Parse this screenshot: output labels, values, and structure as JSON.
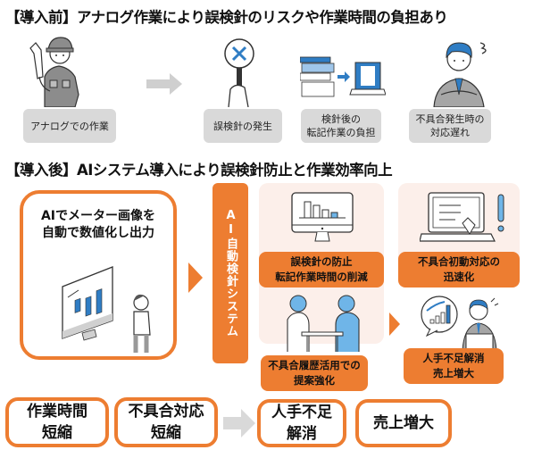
{
  "before": {
    "heading": "【導入前】アナログ作業により誤検針のリスクや作業時間の負担あり",
    "items": [
      {
        "icon": "worker-with-wrench",
        "label": "アナログでの作業"
      },
      {
        "icon": "magnifier-with-x",
        "label": "誤検針の発生"
      },
      {
        "icon": "documents-to-laptop",
        "label": "検針後の\n転記作業の負担"
      },
      {
        "icon": "worried-businessman",
        "label": "不具合発生時の\n対応遅れ"
      }
    ]
  },
  "after": {
    "heading": "【導入後】AIシステム導入により誤検針防止と作業効率向上",
    "intro_box": {
      "text": "AIでメーター画像を\n自動で数値化し出力",
      "icon": "person-viewing-monitor-chart"
    },
    "system_bar": "AI自動検針システム",
    "benefits": [
      {
        "icon": "monitor-decreasing-bars",
        "label": "誤検針の防止\n転記作業時間の削減"
      },
      {
        "icon": "laptop-alert",
        "label": "不具合初動対応の\n迅速化"
      },
      {
        "icon": "meeting-people",
        "label": "不具合履歴活用での\n提案強化"
      },
      {
        "icon": "businessman-growth-chart",
        "label": "人手不足解消\n売上増大"
      }
    ]
  },
  "outcomes": [
    {
      "label": "作業時間\n短縮"
    },
    {
      "label": "不具合対応\n短縮"
    },
    {
      "label": "人手不足\n解消"
    },
    {
      "label": "売上増大"
    }
  ],
  "colors": {
    "accent": "#ed7d31",
    "peach": "#fcefea",
    "gray": "#d9d9d9",
    "blue": "#2f7dc4"
  }
}
